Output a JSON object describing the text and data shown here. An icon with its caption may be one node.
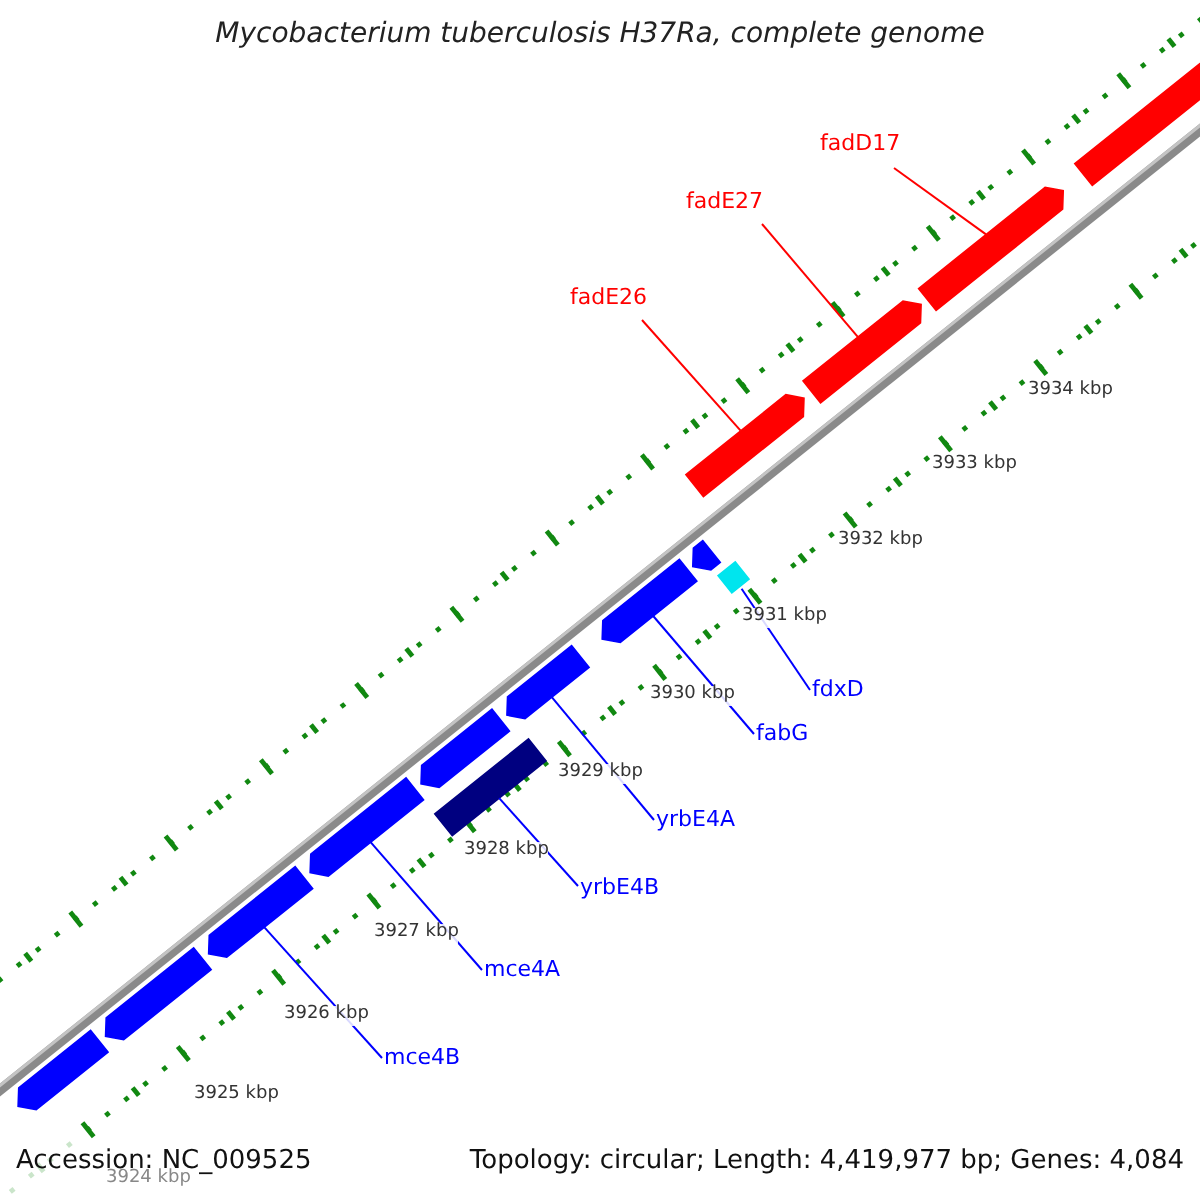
{
  "diagram": {
    "title": "Mycobacterium tuberculosis H37Ra, complete genome",
    "nodes": [
      {
        "text": [
          "fadD17"
        ]
      },
      {
        "text": [
          "fadE27"
        ]
      },
      {
        "text": [
          "fadE26"
        ]
      },
      {
        "text": [
          "fdxD"
        ]
      },
      {
        "text": [
          "fabG"
        ]
      },
      {
        "text": [
          "yrbE4A"
        ]
      },
      {
        "text": [
          "yrbE4B"
        ]
      },
      {
        "text": [
          "mce4A"
        ]
      },
      {
        "text": [
          "mce4B"
        ]
      },
      {
        "text": [],
        "shape": "arrow"
      },
      {
        "text": [],
        "shape": "arrow"
      },
      {
        "text": [],
        "shape": "arrow"
      },
      {
        "text": [],
        "shape": "arrow"
      },
      {
        "text": [],
        "shape": "bar"
      },
      {
        "text": [],
        "shape": "arrow"
      },
      {
        "text": [],
        "shape": "arrow"
      },
      {
        "text": [],
        "shape": "arrow"
      },
      {
        "text": [],
        "shape": "arrow"
      },
      {
        "text": [],
        "shape": "diamond"
      },
      {
        "text": [],
        "shape": "arrow"
      },
      {
        "text": [],
        "shape": "arrow"
      },
      {
        "text": [],
        "shape": "arrow"
      },
      {
        "text": [],
        "shape": "arrow"
      }
    ],
    "edges": [
      {
        "from": 0,
        "to": 21,
        "arrow": "none",
        "color": "#ff0000"
      },
      {
        "from": 1,
        "to": 20,
        "arrow": "none",
        "color": "#ff0000"
      },
      {
        "from": 2,
        "to": 19,
        "arrow": "none",
        "color": "#ff0000"
      },
      {
        "from": 3,
        "to": 18,
        "arrow": "none"
      },
      {
        "from": 4,
        "to": 16,
        "arrow": "none"
      },
      {
        "from": 5,
        "to": 15,
        "arrow": "none"
      },
      {
        "from": 6,
        "to": 13,
        "arrow": "none"
      },
      {
        "from": 7,
        "to": 12,
        "arrow": "none"
      },
      {
        "from": 8,
        "to": 11,
        "arrow": "none"
      }
    ],
    "labels": [
      "3934 kbp",
      "3933 kbp",
      "3932 kbp",
      "3931 kbp",
      "3930 kbp",
      "3929 kbp",
      "3928 kbp",
      "3927 kbp",
      "3926 kbp",
      "3925 kbp",
      "3924 kbp",
      "Accession: NC_009525",
      "Topology: circular; Length: 4,419,977 bp; Genes: 4,084"
    ]
  }
}
